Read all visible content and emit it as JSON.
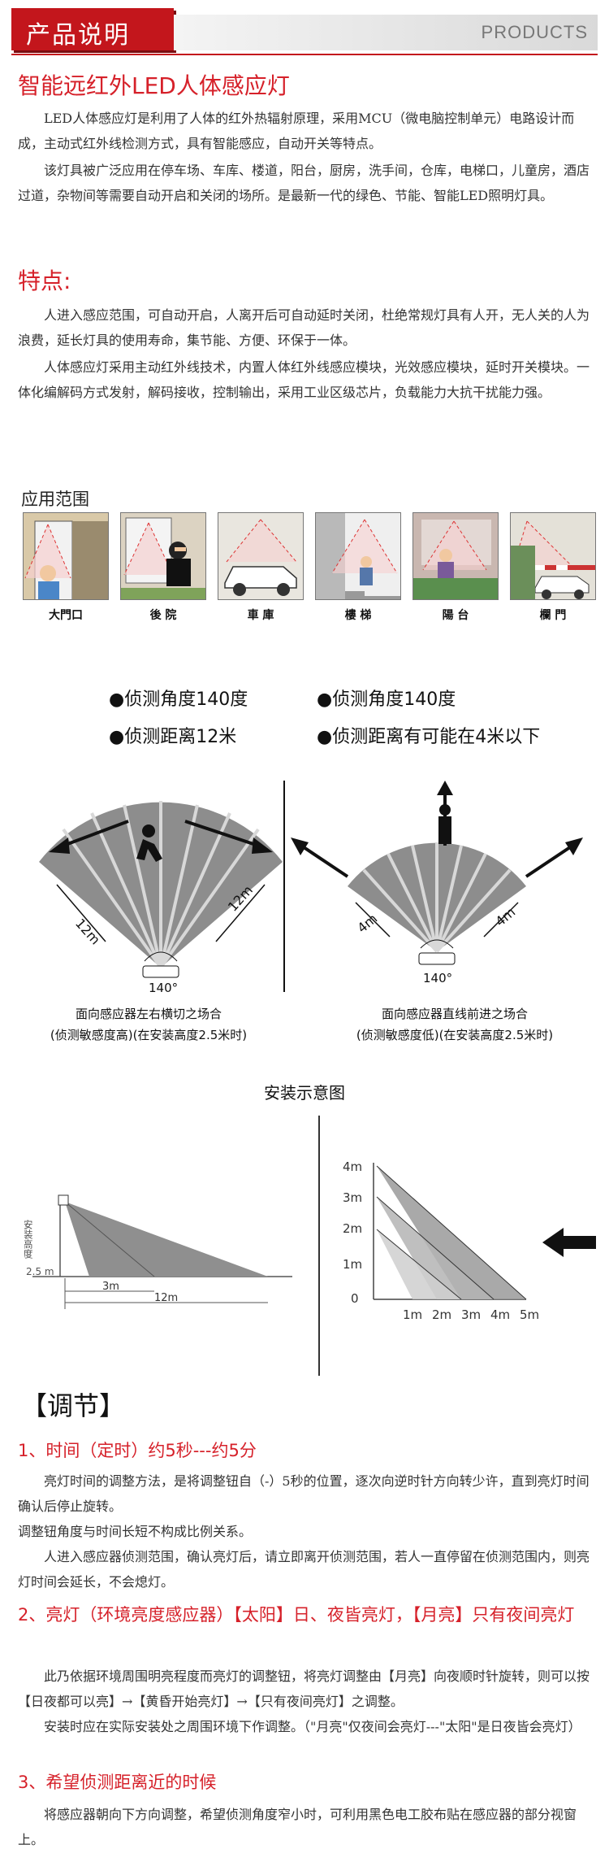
{
  "header": {
    "title": "产品说明",
    "products_label": "PRODUCTS"
  },
  "product": {
    "name": "智能远红外LED人体感应灯",
    "intro": [
      "LED人体感应灯是利用了人体的红外热辐射原理，采用MCU（微电脑控制单元）电路设计而成，主动式红外线检测方式，具有智能感应，自动开关等特点。",
      "该灯具被广泛应用在停车场、车库、楼道，阳台，厨房，洗手间，仓库，电梯口，儿童房，酒店过道，杂物间等需要自动开启和关闭的场所。是最新一代的绿色、节能、智能LED照明灯具。"
    ]
  },
  "features": {
    "title": "特点:",
    "paras": [
      "人进入感应范围，可自动开启，人离开后可自动延时关闭，杜绝常规灯具有人开，无人关的人为浪费，延长灯具的使用寿命，集节能、方便、环保于一体。",
      "人体感应灯采用主动红外线技术，内置人体红外线感应模块，光效感应模块，延时开关模块。一体化编解码方式发射，解码接收，控制输出，采用工业区级芯片，负载能力大抗干扰能力强。"
    ]
  },
  "scope": {
    "title": "应用范围",
    "items": [
      {
        "label": "大門口"
      },
      {
        "label": "後 院"
      },
      {
        "label": "車 庫"
      },
      {
        "label": "樓 梯"
      },
      {
        "label": "陽 台"
      },
      {
        "label": "欄 門"
      }
    ]
  },
  "detection": {
    "left": {
      "angle": "●侦测角度140度",
      "distance": "●侦测距离12米",
      "caption1": "面向感应器左右横切之场合",
      "caption2": "(侦测敏感度高)(在安装高度2.5米时)",
      "dist_label": "12m",
      "angle_label": "140°"
    },
    "right": {
      "angle": "●侦测角度140度",
      "distance": "●侦测距离有可能在4米以下",
      "caption1": "面向感应器直线前进之场合",
      "caption2": "(侦测敏感度低)(在安装高度2.5米时)",
      "dist_label": "4m",
      "angle_label": "140°"
    }
  },
  "install": {
    "title": "安装示意图",
    "left": {
      "ylabel": "安装高度",
      "height_label": "2.5 m",
      "d1": "3m",
      "d2": "12m"
    },
    "right": {
      "y_ticks": [
        "4m",
        "3m",
        "2m",
        "1m",
        "0"
      ],
      "x_ticks": [
        "1m",
        "2m",
        "3m",
        "4m",
        "5m"
      ]
    }
  },
  "adjust": {
    "title": "【调节】",
    "s1_title": "1、时间（定时）约5秒---约5分",
    "s1_paras": [
      "亮灯时间的调整方法，是将调整钮自（-）5秒的位置，逐次向逆时针方向转少许，直到亮灯时间确认后停止旋转。",
      "调整钮角度与时间长短不构成比例关系。",
      "人进入感应器侦测范围，确认亮灯后，请立即离开侦测范围，若人一直停留在侦测范围内，则亮灯时间会延长，不会熄灯。"
    ],
    "s2_title_a": "2、亮灯（环境亮度感应器）",
    "s2_title_b": "【太阳】",
    "s2_title_c": "日、夜皆亮灯，",
    "s2_title_d": "【月亮】",
    "s2_title_e": "只有夜间亮灯",
    "s2_paras": [
      "此乃依据环境周围明亮程度而亮灯的调整钮，将亮灯调整由【月亮】向夜顺时针旋转，则可以按【日夜都可以亮】→【黄昏开始亮灯】→【只有夜间亮灯】之调整。",
      "安装时应在实际安装处之周围环境下作调整。（\"月亮\"仅夜间会亮灯---\"太阳\"是日夜皆会亮灯）"
    ],
    "s3_title": "3、希望侦测距离近的时候",
    "s3_paras": [
      "将感应器朝向下方向调整，希望侦测角度窄小时，可利用黑色电工胶布贴在感应器的部分视窗上。"
    ]
  }
}
